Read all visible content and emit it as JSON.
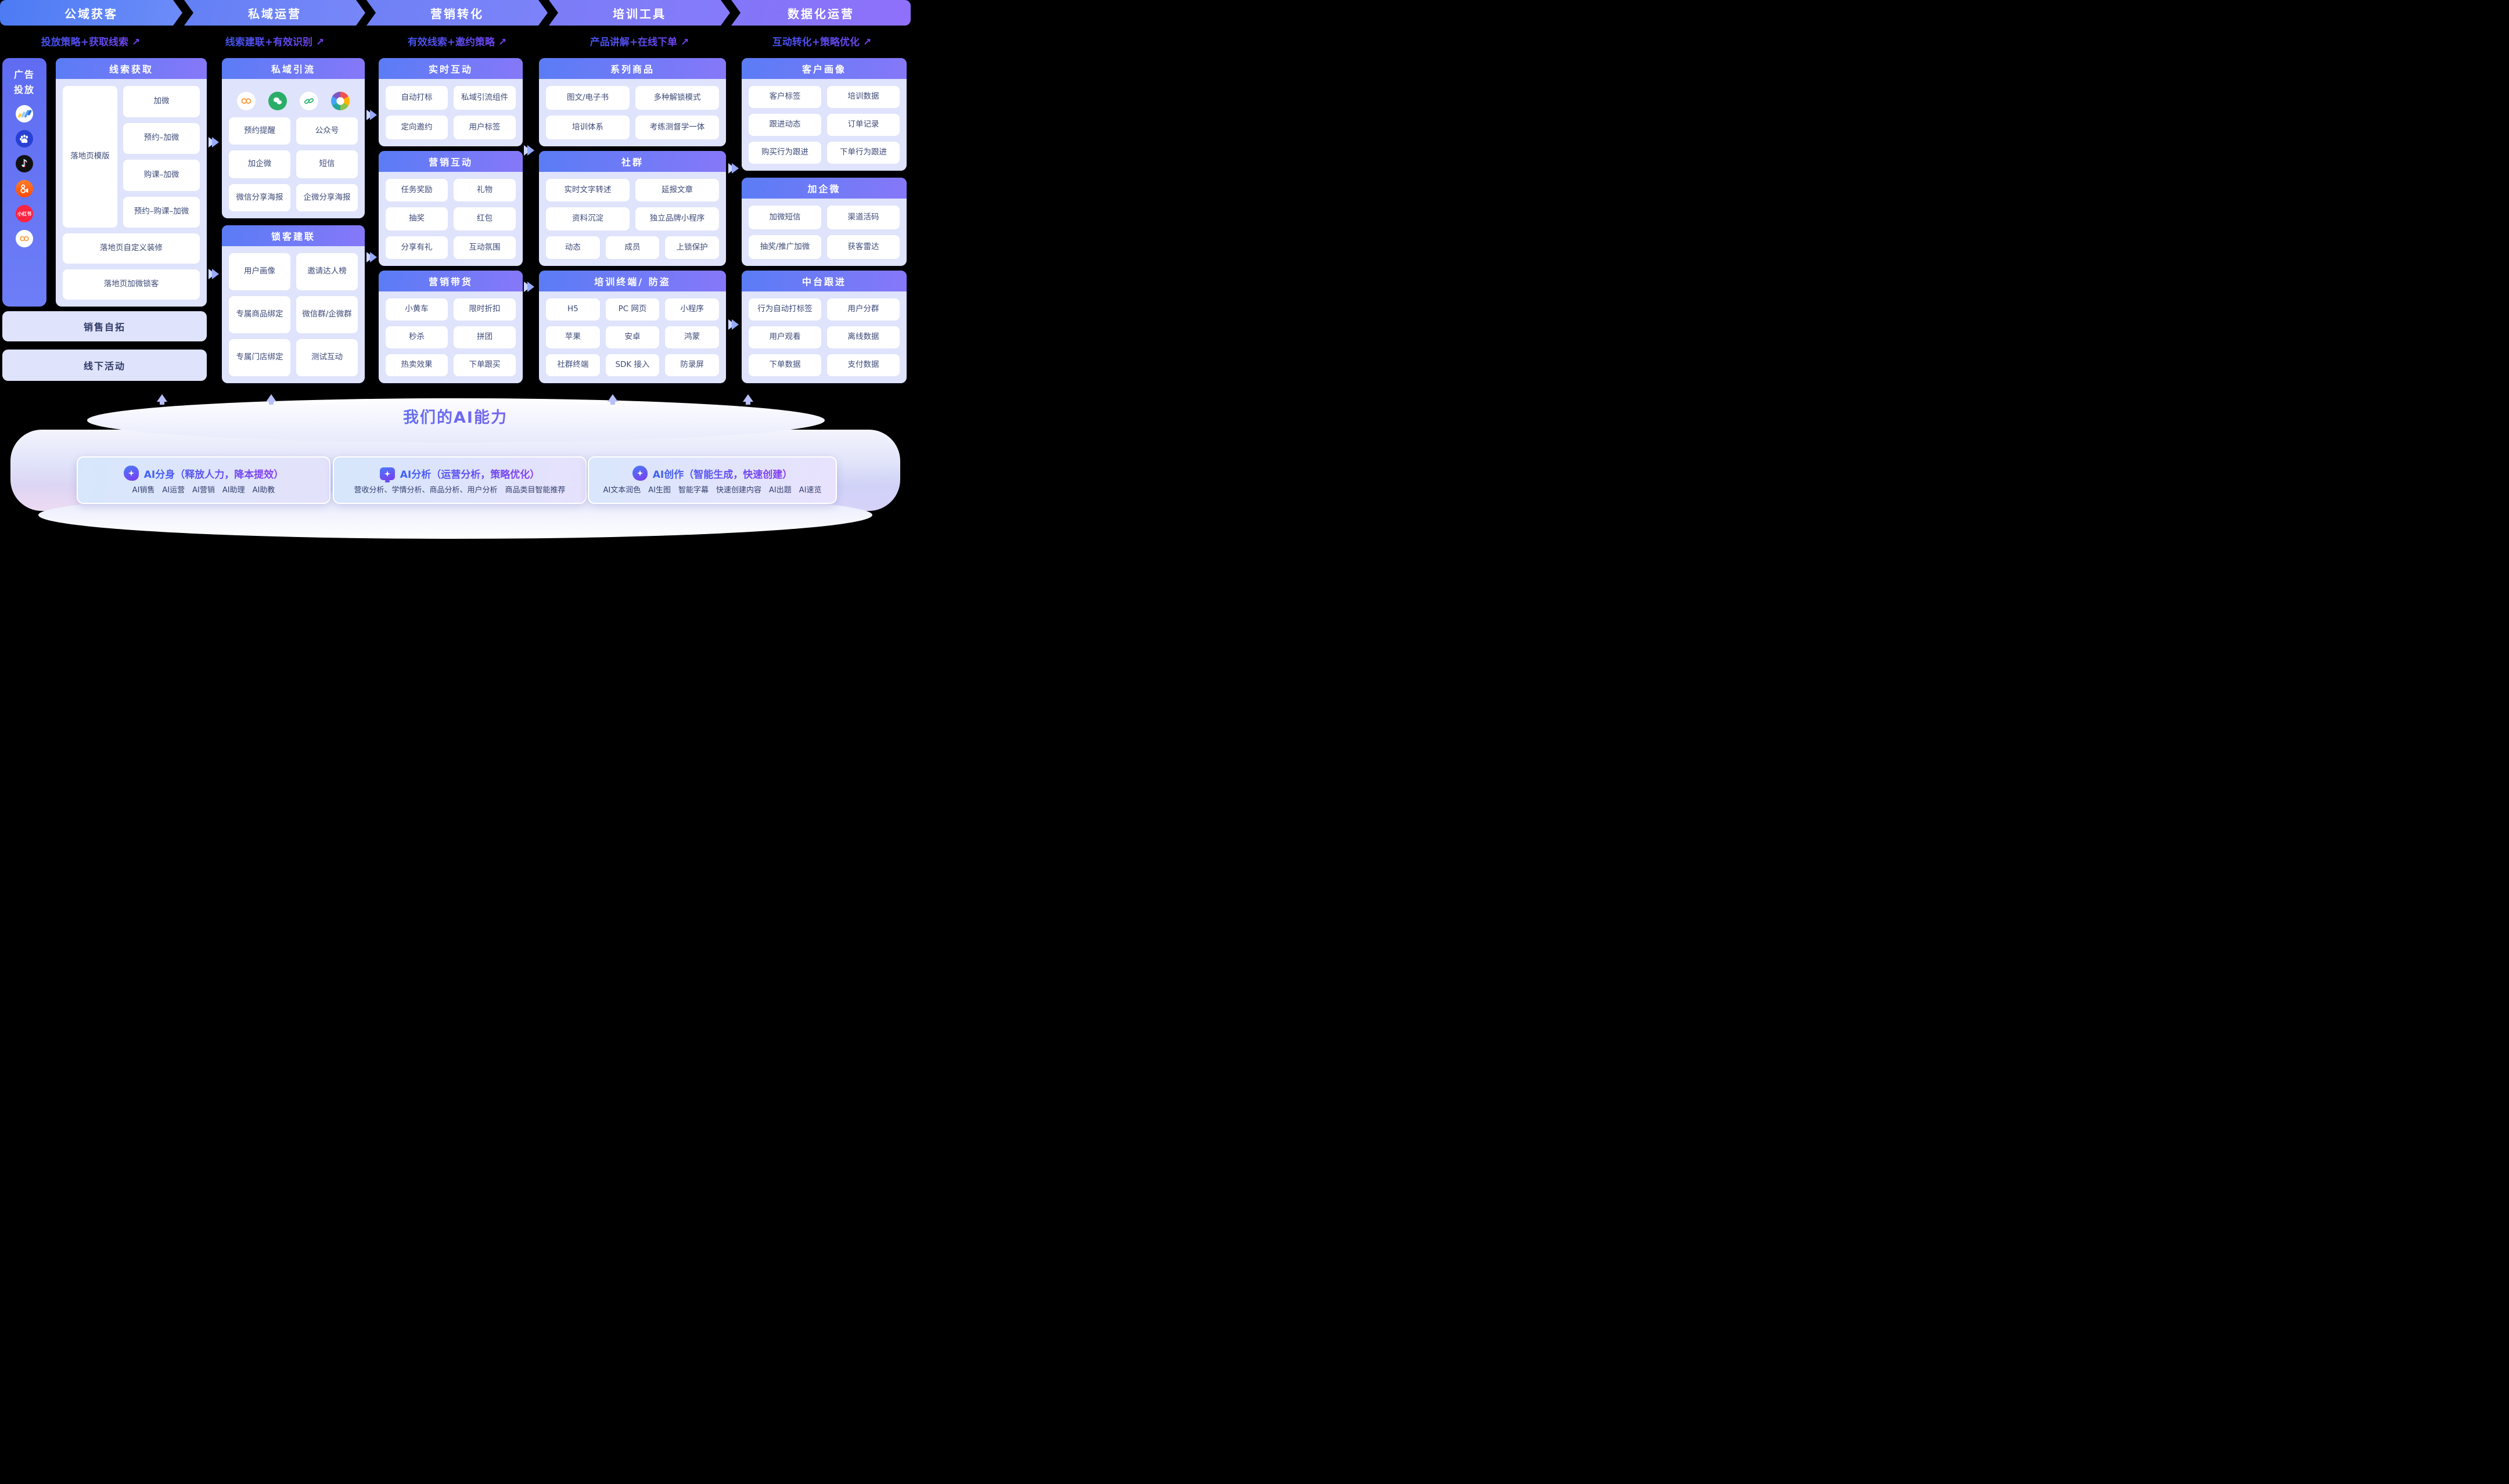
{
  "tabs": [
    {
      "label": "公域获客",
      "subtitle": "投放策略+获取线索"
    },
    {
      "label": "私域运营",
      "subtitle": "线索建联+有效识别"
    },
    {
      "label": "营销转化",
      "subtitle": "有效线索+邀约策略"
    },
    {
      "label": "培训工具",
      "subtitle": "产品讲解+在线下单"
    },
    {
      "label": "数据化运营",
      "subtitle": "互动转化+策略优化"
    }
  ],
  "icons": {
    "trend_arrow": "↗",
    "sidebar_icons": [
      "oceanengine-icon",
      "baidu-icon",
      "douyin-icon",
      "kuaishou-icon",
      "xiaohongshu-icon",
      "wechat-channels-icon"
    ],
    "siyu_icons": [
      "wechat-channels-icon",
      "wechat-icon",
      "link-icon",
      "aperture-icon"
    ],
    "xiaohongshu_label": "小红书",
    "douyin_note": "♪"
  },
  "sidebar": {
    "title": "广告投放"
  },
  "col1": {
    "panel_title": "线索获取",
    "left_card": "落地页模版",
    "right_cards": [
      "加微",
      "预约–加微",
      "购课–加微",
      "预约–购课–加微"
    ],
    "wide_cards": [
      "落地页自定义装修",
      "落地页加微锁客"
    ],
    "bars": [
      "销售自拓",
      "线下活动"
    ]
  },
  "col2": {
    "panels": [
      {
        "title": "私域引流",
        "cards": [
          "预约提醒",
          "公众号",
          "加企微",
          "短信",
          "微信分享海报",
          "企微分享海报"
        ]
      },
      {
        "title": "锁客建联",
        "cards": [
          "用户画像",
          "邀请达人榜",
          "专属商品绑定",
          "微信群/企微群",
          "专属门店绑定",
          "测试互动"
        ]
      }
    ]
  },
  "col3": {
    "panels": [
      {
        "title": "实时互动",
        "cards": [
          "自动打标",
          "私域引流组件",
          "定向邀约",
          "用户标签"
        ]
      },
      {
        "title": "营销互动",
        "cards": [
          "任务奖励",
          "礼物",
          "抽奖",
          "红包",
          "分享有礼",
          "互动氛围"
        ]
      },
      {
        "title": "营销带货",
        "cards": [
          "小黄车",
          "限时折扣",
          "秒杀",
          "拼团",
          "热卖效果",
          "下单跟买"
        ]
      }
    ]
  },
  "col4": {
    "panels": [
      {
        "title": "系列商品",
        "cards": [
          "图文/电子书",
          "多种解锁模式",
          "培训体系",
          "考练测督学一体"
        ]
      },
      {
        "title": "社群",
        "cards": [
          "实时文字转述",
          "延报文章",
          "资料沉淀",
          "独立品牌小程序",
          "动态",
          "成员",
          "上锁保护"
        ]
      },
      {
        "title": "培训终端/ 防盗",
        "cards": [
          "H5",
          "PC 网页",
          "小程序",
          "苹果",
          "安卓",
          "鸿蒙",
          "社群终端",
          "SDK 接入",
          "防录屏"
        ]
      }
    ]
  },
  "col5": {
    "panels": [
      {
        "title": "客户画像",
        "cards": [
          "客户标签",
          "培训数据",
          "跟进动态",
          "订单记录",
          "购买行为跟进",
          "下单行为跟进"
        ]
      },
      {
        "title": "加企微",
        "cards": [
          "加微短信",
          "渠道活码",
          "抽奖/推广加微",
          "获客雷达"
        ]
      },
      {
        "title": "中台跟进",
        "cards": [
          "行为自动打标签",
          "用户分群",
          "用户观看",
          "离线数据",
          "下单数据",
          "支付数据"
        ]
      }
    ]
  },
  "footer": {
    "title": "我们的AI能力",
    "cards": [
      {
        "icon": "ai-avatar-icon",
        "title": "AI分身（释放人力，降本提效）",
        "items": "AI销售　AI运营　AI营销　AI助理　AI助教"
      },
      {
        "icon": "ai-analysis-icon",
        "title": "AI分析（运营分析，策略优化）",
        "items": "营收分析、学情分析、商品分析、用户分析　商品类目智能推荐"
      },
      {
        "icon": "ai-create-icon",
        "title": "AI创作（智能生成，快速创建）",
        "items": "AI文本润色　AI生图　智能字幕　快速创建内容　AI出题　AI速览"
      }
    ]
  }
}
